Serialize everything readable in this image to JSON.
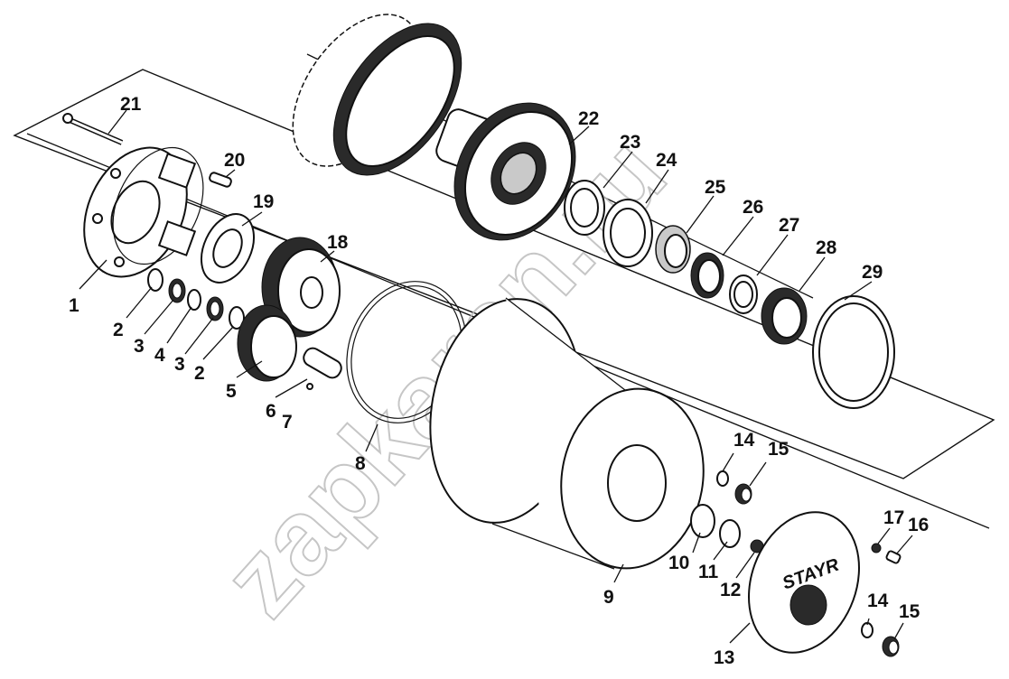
{
  "watermark": "zapkaren.ru",
  "brand_text": "STAYR",
  "part_labels": [
    "1",
    "2",
    "3",
    "4",
    "3",
    "2",
    "5",
    "6",
    "7",
    "8",
    "9",
    "10",
    "11",
    "12",
    "13",
    "14",
    "15",
    "14",
    "15",
    "16",
    "17",
    "18",
    "19",
    "20",
    "21",
    "22",
    "23",
    "24",
    "25",
    "26",
    "27",
    "28",
    "29"
  ]
}
